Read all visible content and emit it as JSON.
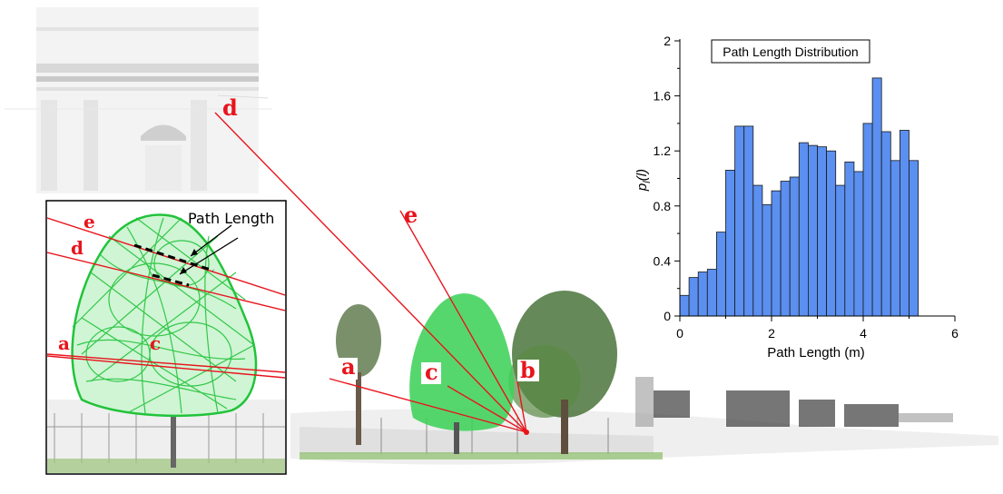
{
  "scene": {
    "ray_labels": {
      "a": "a",
      "b": "b",
      "c": "c",
      "d": "d",
      "e": "e"
    },
    "inset": {
      "annotation": "Path Length",
      "ray_labels": {
        "a": "a",
        "c": "c",
        "d": "d",
        "e": "e"
      }
    },
    "colors": {
      "ray": "#e8141c",
      "tree_mesh": "#22c33a",
      "tree_fill": "#3fd25a",
      "bar_fill": "#5b8ff0",
      "bar_stroke": "#1a1a1a"
    }
  },
  "chart_data": {
    "type": "bar",
    "title": "Path Length Distribution",
    "xlabel": "Path Length (m)",
    "ylabel": "p_l(l)",
    "ylabel_main": "p",
    "ylabel_sub": "l",
    "ylabel_arg": "(l)",
    "xlim": [
      0,
      6
    ],
    "ylim": [
      0,
      2
    ],
    "xticks": [
      "0",
      "2",
      "4",
      "6"
    ],
    "yticks": [
      "0",
      "0.4",
      "0.8",
      "1.2",
      "1.6",
      "2"
    ],
    "bin_width": 0.2,
    "bin_starts": [
      0,
      0.2,
      0.4,
      0.6,
      0.8,
      1.0,
      1.2,
      1.4,
      1.6,
      1.8,
      2.0,
      2.2,
      2.4,
      2.6,
      2.8,
      3.0,
      3.2,
      3.4,
      3.6,
      3.8,
      4.0,
      4.2,
      4.4,
      4.6,
      4.8,
      5.0,
      5.2,
      5.4
    ],
    "values": [
      0.15,
      0.28,
      0.32,
      0.34,
      0.61,
      1.06,
      1.38,
      1.38,
      0.95,
      0.81,
      0.91,
      0.98,
      1.01,
      1.26,
      1.24,
      1.23,
      1.2,
      0.95,
      1.12,
      1.05,
      1.4,
      1.73,
      1.34,
      1.13,
      1.35,
      1.13,
      0,
      0
    ]
  }
}
